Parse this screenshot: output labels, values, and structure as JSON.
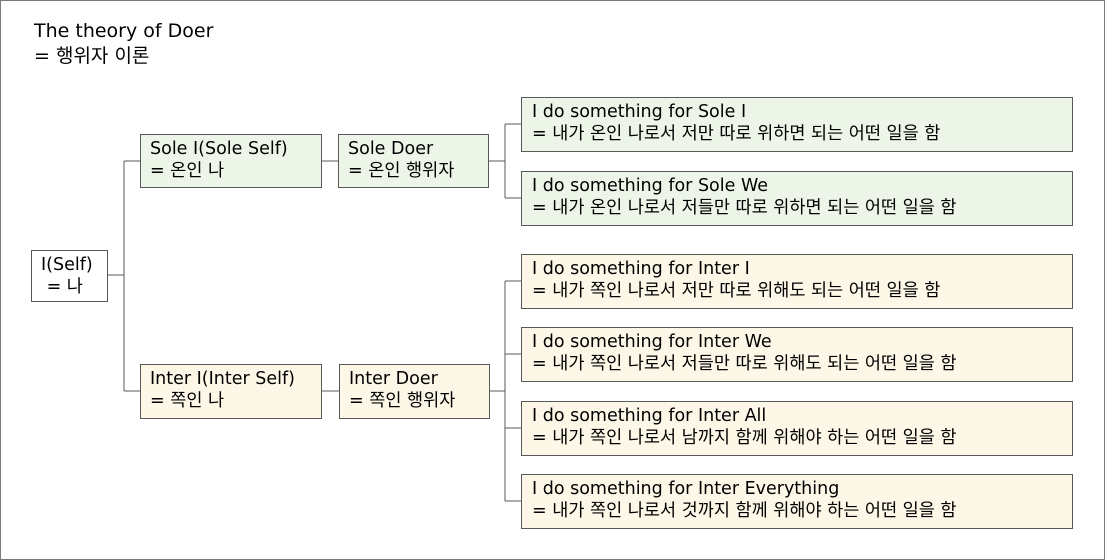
{
  "title": {
    "line1": "The theory of Doer",
    "line2": "= 행위자 이론"
  },
  "root": {
    "line1": "I(Self)",
    "line2": " = 나"
  },
  "sole": {
    "self": {
      "line1": "Sole I(Sole Self)",
      "line2": "= 온인 나"
    },
    "doer": {
      "line1": "Sole Doer",
      "line2": "= 온인 행위자"
    },
    "items": [
      {
        "line1": "I do something for Sole I",
        "line2": "= 내가 온인 나로서 저만 따로 위하면 되는 어떤 일을 함"
      },
      {
        "line1": "I do something for Sole We",
        "line2": "= 내가 온인 나로서 저들만 따로 위하면 되는 어떤 일을 함"
      }
    ]
  },
  "inter": {
    "self": {
      "line1": "Inter I(Inter Self)",
      "line2": "= 쪽인 나"
    },
    "doer": {
      "line1": "Inter Doer",
      "line2": "= 쪽인 행위자"
    },
    "items": [
      {
        "line1": "I do something for Inter I",
        "line2": "= 내가 쪽인 나로서 저만 따로 위해도 되는 어떤 일을 함"
      },
      {
        "line1": "I do something for Inter We",
        "line2": "= 내가 쪽인 나로서 저들만 따로 위해도 되는 어떤 일을 함"
      },
      {
        "line1": "I do something for Inter All",
        "line2": "= 내가 쪽인 나로서 남까지 함께 위해야 하는 어떤 일을 함"
      },
      {
        "line1": "I do something for Inter Everything",
        "line2": "= 내가 쪽인 나로서 것까지 함께 위해야 하는 어떤 일을 함"
      }
    ]
  },
  "colors": {
    "sole_fill": "#edf5e8",
    "inter_fill": "#fdf7e7",
    "border": "#595959"
  }
}
